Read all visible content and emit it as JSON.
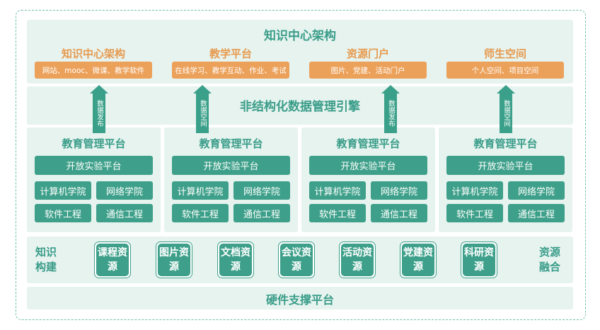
{
  "knowledge_center": {
    "title": "知识中心架构",
    "columns": [
      {
        "title": "知识中心架构",
        "content": "网站、mooc、微课、教学软件"
      },
      {
        "title": "教学平台",
        "content": "在线学习、教学互动、作业、考试"
      },
      {
        "title": "资源门户",
        "content": "图片、党建、活动门户"
      },
      {
        "title": "师生空间",
        "content": "个人空间、项目空间"
      }
    ]
  },
  "engine": {
    "title": "非结构化数据管理引擎"
  },
  "arrows": [
    "数据发布",
    "数据空间",
    "数据发布",
    "数据空间"
  ],
  "platforms": [
    {
      "title": "教育管理平台",
      "lab": "开放实验平台",
      "items": [
        "计算机学院",
        "网络学院",
        "软件工程",
        "通信工程"
      ]
    },
    {
      "title": "教育管理平台",
      "lab": "开放实验平台",
      "items": [
        "计算机学院",
        "网络学院",
        "软件工程",
        "通信工程"
      ]
    },
    {
      "title": "教育管理平台",
      "lab": "开放实验平台",
      "items": [
        "计算机学院",
        "网络学院",
        "软件工程",
        "通信工程"
      ]
    },
    {
      "title": "教育管理平台",
      "lab": "开放实验平台",
      "items": [
        "计算机学院",
        "网络学院",
        "软件工程",
        "通信工程"
      ]
    }
  ],
  "resources": {
    "left_label": "知识构建",
    "right_label": "资源融合",
    "items": [
      "课程资源",
      "图片资源",
      "文档资源",
      "会议资源",
      "活动资源",
      "党建资源",
      "科研资源"
    ]
  },
  "hardware": {
    "title": "硬件支撑平台"
  },
  "colors": {
    "green": "#3ea08a",
    "orange": "#eca15a",
    "panel": "#e6f3ef",
    "title_green": "#3a9d89",
    "title_orange": "#e79a4e"
  }
}
